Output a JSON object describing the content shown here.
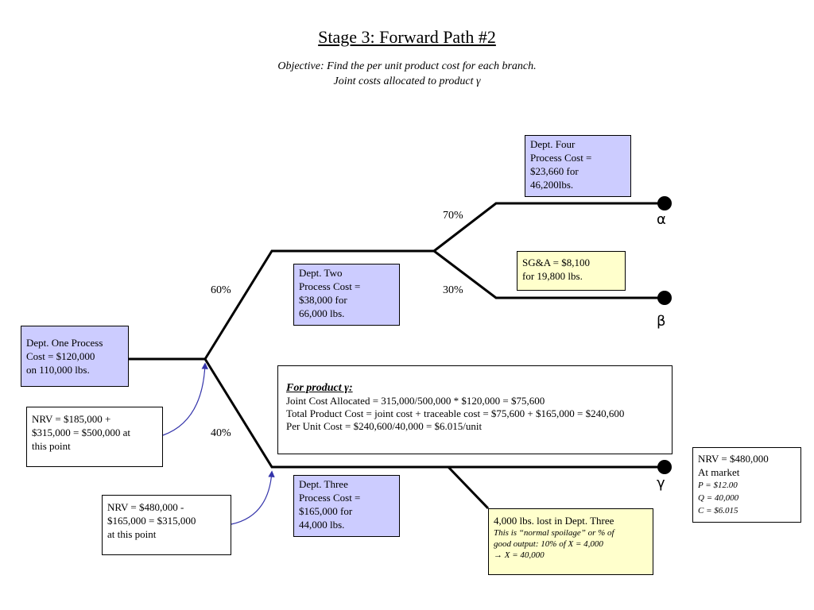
{
  "title": "Stage 3: Forward Path #2",
  "subtitle_line1": "Objective: Find the per unit product cost for each branch.",
  "subtitle_line2": "Joint costs allocated to product γ",
  "percentages": {
    "p60": "60%",
    "p40": "40%",
    "p70": "70%",
    "p30": "30%"
  },
  "endpoints": {
    "alpha": "α",
    "beta": "β",
    "gamma": "γ"
  },
  "dept_one": [
    "Dept. One Process",
    "Cost = $120,000",
    "on 110,000 lbs."
  ],
  "dept_two": [
    "Dept. Two",
    "Process Cost =",
    "$38,000 for",
    "66,000 lbs."
  ],
  "dept_three": [
    "Dept. Three",
    "Process Cost =",
    "$165,000 for",
    "44,000 lbs."
  ],
  "dept_four": [
    "Dept. Four",
    "Process Cost =",
    "$23,660 for",
    "46,200lbs."
  ],
  "sga": [
    "SG&A = $8,100",
    "for 19,800 lbs."
  ],
  "nrv_split1": [
    "NRV = $185,000 +",
    "$315,000 = $500,000 at",
    "this point"
  ],
  "nrv_split2": [
    "NRV = $480,000 -",
    "$165,000 = $315,000",
    "at this point"
  ],
  "product_gamma": {
    "heading": "For product γ:",
    "line1": "Joint Cost Allocated = 315,000/500,000 * $120,000 = $75,600",
    "line2": "Total Product Cost = joint cost + traceable cost = $75,600 + $165,000 = $240,600",
    "line3": "Per Unit Cost = $240,600/40,000 = $6.015/unit"
  },
  "spoilage": {
    "line1": "4,000 lbs. lost in Dept. Three",
    "line2": "This is “normal spoilage” or % of",
    "line3": "good output: 10% of X = 4,000",
    "line4": "→ X = 40,000"
  },
  "nrv_market": {
    "line1": "NRV = $480,000",
    "line2": "At market",
    "line3": "P = $12.00",
    "line4": "Q = 40,000",
    "line5": "C = $6.015"
  },
  "colors": {
    "blue_box": "#ccccff",
    "yellow_box": "#ffffcc",
    "arrow": "#3333aa"
  }
}
